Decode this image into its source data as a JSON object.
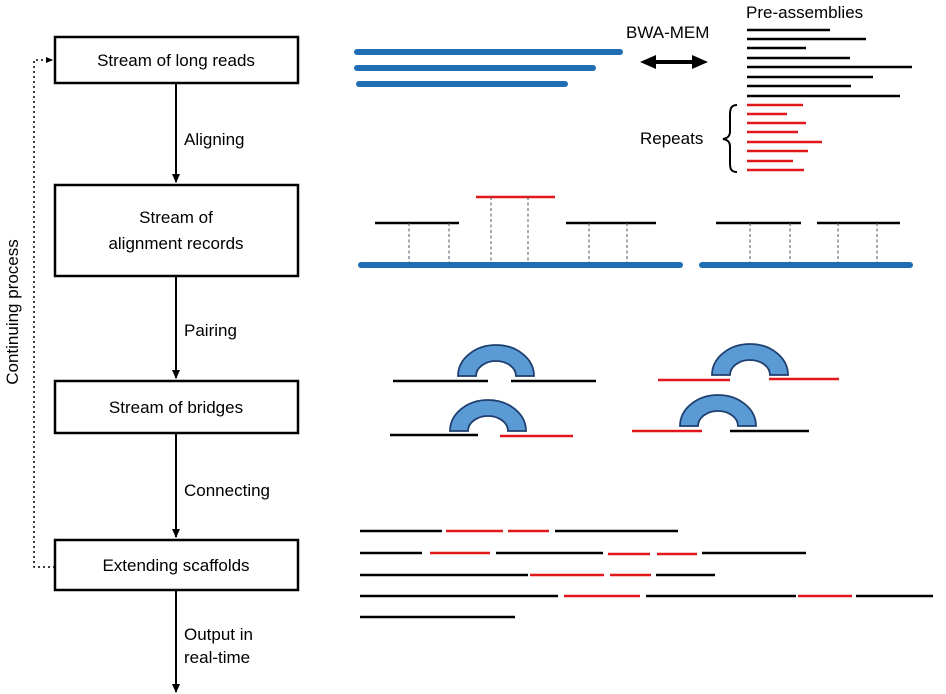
{
  "flow": {
    "boxes": [
      {
        "id": "long-reads",
        "label": "Stream of long reads"
      },
      {
        "id": "alignment-records",
        "label_line1": "Stream of",
        "label_line2": "alignment records"
      },
      {
        "id": "bridges",
        "label": "Stream of bridges"
      },
      {
        "id": "scaffolds",
        "label": "Extending scaffolds"
      }
    ],
    "steps": {
      "aligning": "Aligning",
      "pairing": "Pairing",
      "connecting": "Connecting",
      "output_line1": "Output in",
      "output_line2": "real-time"
    },
    "loop_label": "Continuing process"
  },
  "annotations": {
    "aligner": "BWA-MEM",
    "pre_assemblies": "Pre-assemblies",
    "repeats": "Repeats"
  },
  "colors": {
    "long_read": "#1f6db3",
    "contig": "#000000",
    "repeat": "#e0181b",
    "bridge_fill": "#5b9bd5"
  }
}
